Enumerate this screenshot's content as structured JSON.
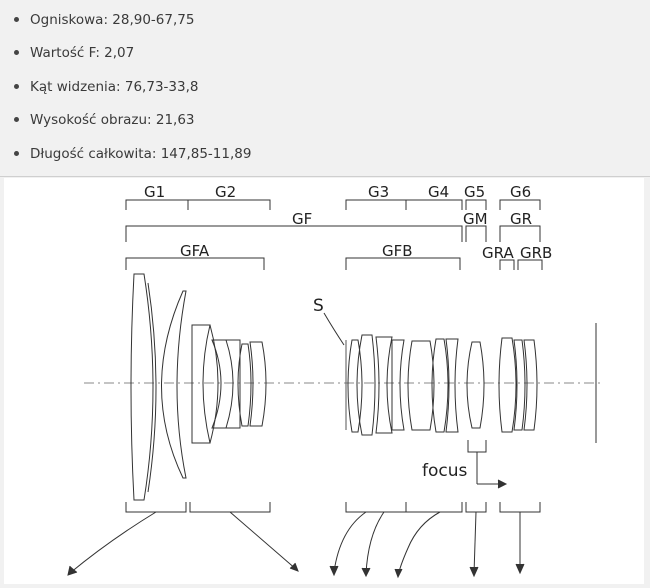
{
  "specs": [
    {
      "label": "Ogniskowa: 28,90-67,75"
    },
    {
      "label": "Wartość F: 2,07"
    },
    {
      "label": "Kąt widzenia: 76,73-33,8"
    },
    {
      "label": "Wysokość obrazu: 21,63"
    },
    {
      "label": "Długość całkowita: 147,85-11,89"
    }
  ],
  "diagram": {
    "groups": {
      "g1": "G1",
      "g2": "G2",
      "g3": "G3",
      "g4": "G4",
      "g5": "G5",
      "g6": "G6",
      "gf": "GF",
      "gm": "GM",
      "gr": "GR",
      "gfa": "GFA",
      "gfb": "GFB",
      "gra": "GRA",
      "grb": "GRB"
    },
    "stop_label": "S",
    "focus_label": "focus"
  }
}
